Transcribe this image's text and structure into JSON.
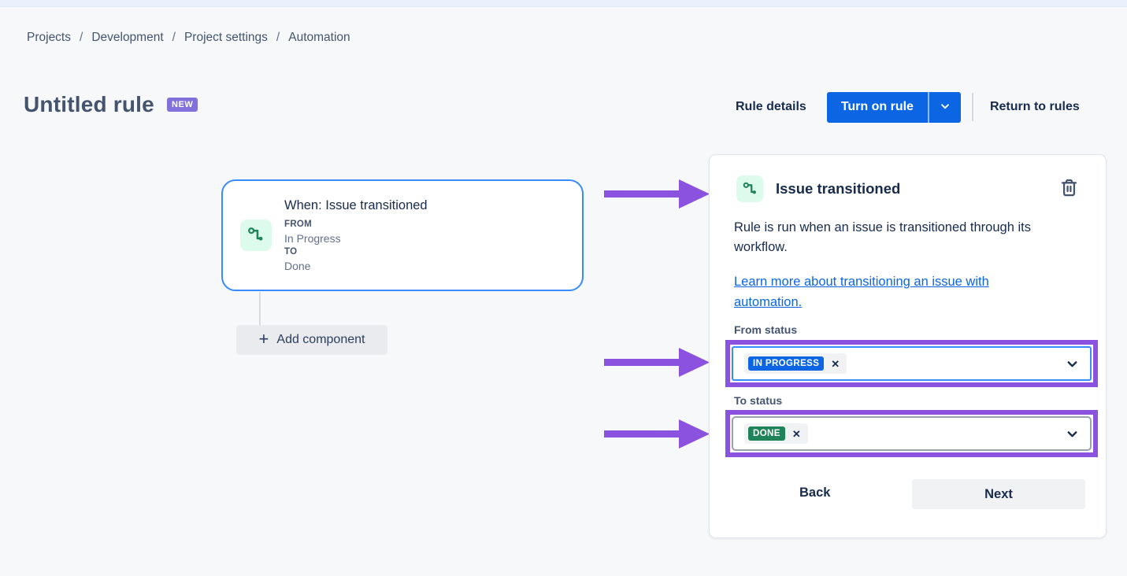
{
  "breadcrumb": {
    "items": [
      "Projects",
      "Development",
      "Project settings",
      "Automation"
    ],
    "separator": "/"
  },
  "header": {
    "title": "Untitled rule",
    "badge": "NEW",
    "rule_details": "Rule details",
    "turn_on": "Turn on rule",
    "return": "Return to rules"
  },
  "canvas": {
    "card": {
      "title": "When: Issue transitioned",
      "from_label": "FROM",
      "from_value": "In Progress",
      "to_label": "TO",
      "to_value": "Done"
    },
    "add_component": "Add component"
  },
  "panel": {
    "title": "Issue transitioned",
    "description": "Rule is run when an issue is transitioned through its workflow.",
    "link": "Learn more about transitioning an issue with automation.",
    "from": {
      "label": "From status",
      "tag": "IN PROGRESS",
      "remove": "✕"
    },
    "to": {
      "label": "To status",
      "tag": "DONE",
      "remove": "✕"
    },
    "back": "Back",
    "next": "Next"
  },
  "colors": {
    "primary_blue": "#0C66E4",
    "focus_blue": "#388BFF",
    "annotation_purple": "#8B52E0",
    "badge_purple": "#8270DB",
    "lozenge_green": "#1F845A",
    "icon_mint_bg": "#DCFBEC",
    "icon_green": "#1F845A",
    "page_bg": "#F7F8F9"
  }
}
